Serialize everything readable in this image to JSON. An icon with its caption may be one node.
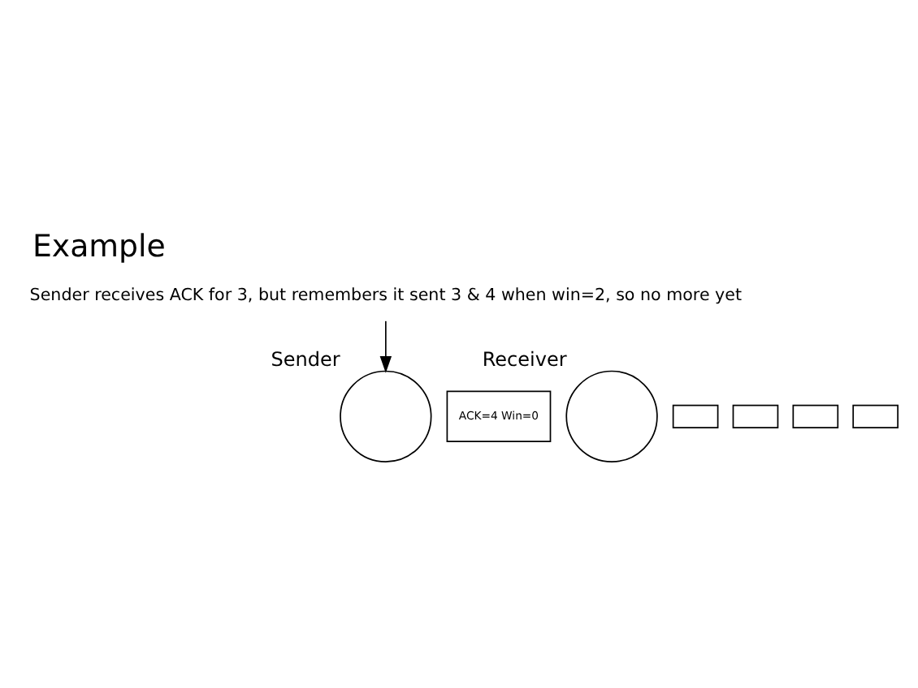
{
  "diagram": {
    "title": "Example",
    "nodes": [
      {
        "text": [
          "Sender receives ACK for 3, but remembers it sent 3 & 4 when win=2, so no more yet"
        ]
      },
      {
        "text": [],
        "shape": "circle",
        "beside": [
          "Sender"
        ]
      },
      {
        "text": [
          "ACK=4 Win=0"
        ]
      },
      {
        "text": [],
        "shape": "circle",
        "beside": [
          "Receiver"
        ]
      },
      {
        "text": [],
        "shape": "box"
      },
      {
        "text": [],
        "shape": "box"
      },
      {
        "text": [],
        "shape": "box"
      },
      {
        "text": [],
        "shape": "box"
      }
    ],
    "edges": [
      {
        "from": 0,
        "to": 1,
        "arrow": "to"
      }
    ]
  }
}
